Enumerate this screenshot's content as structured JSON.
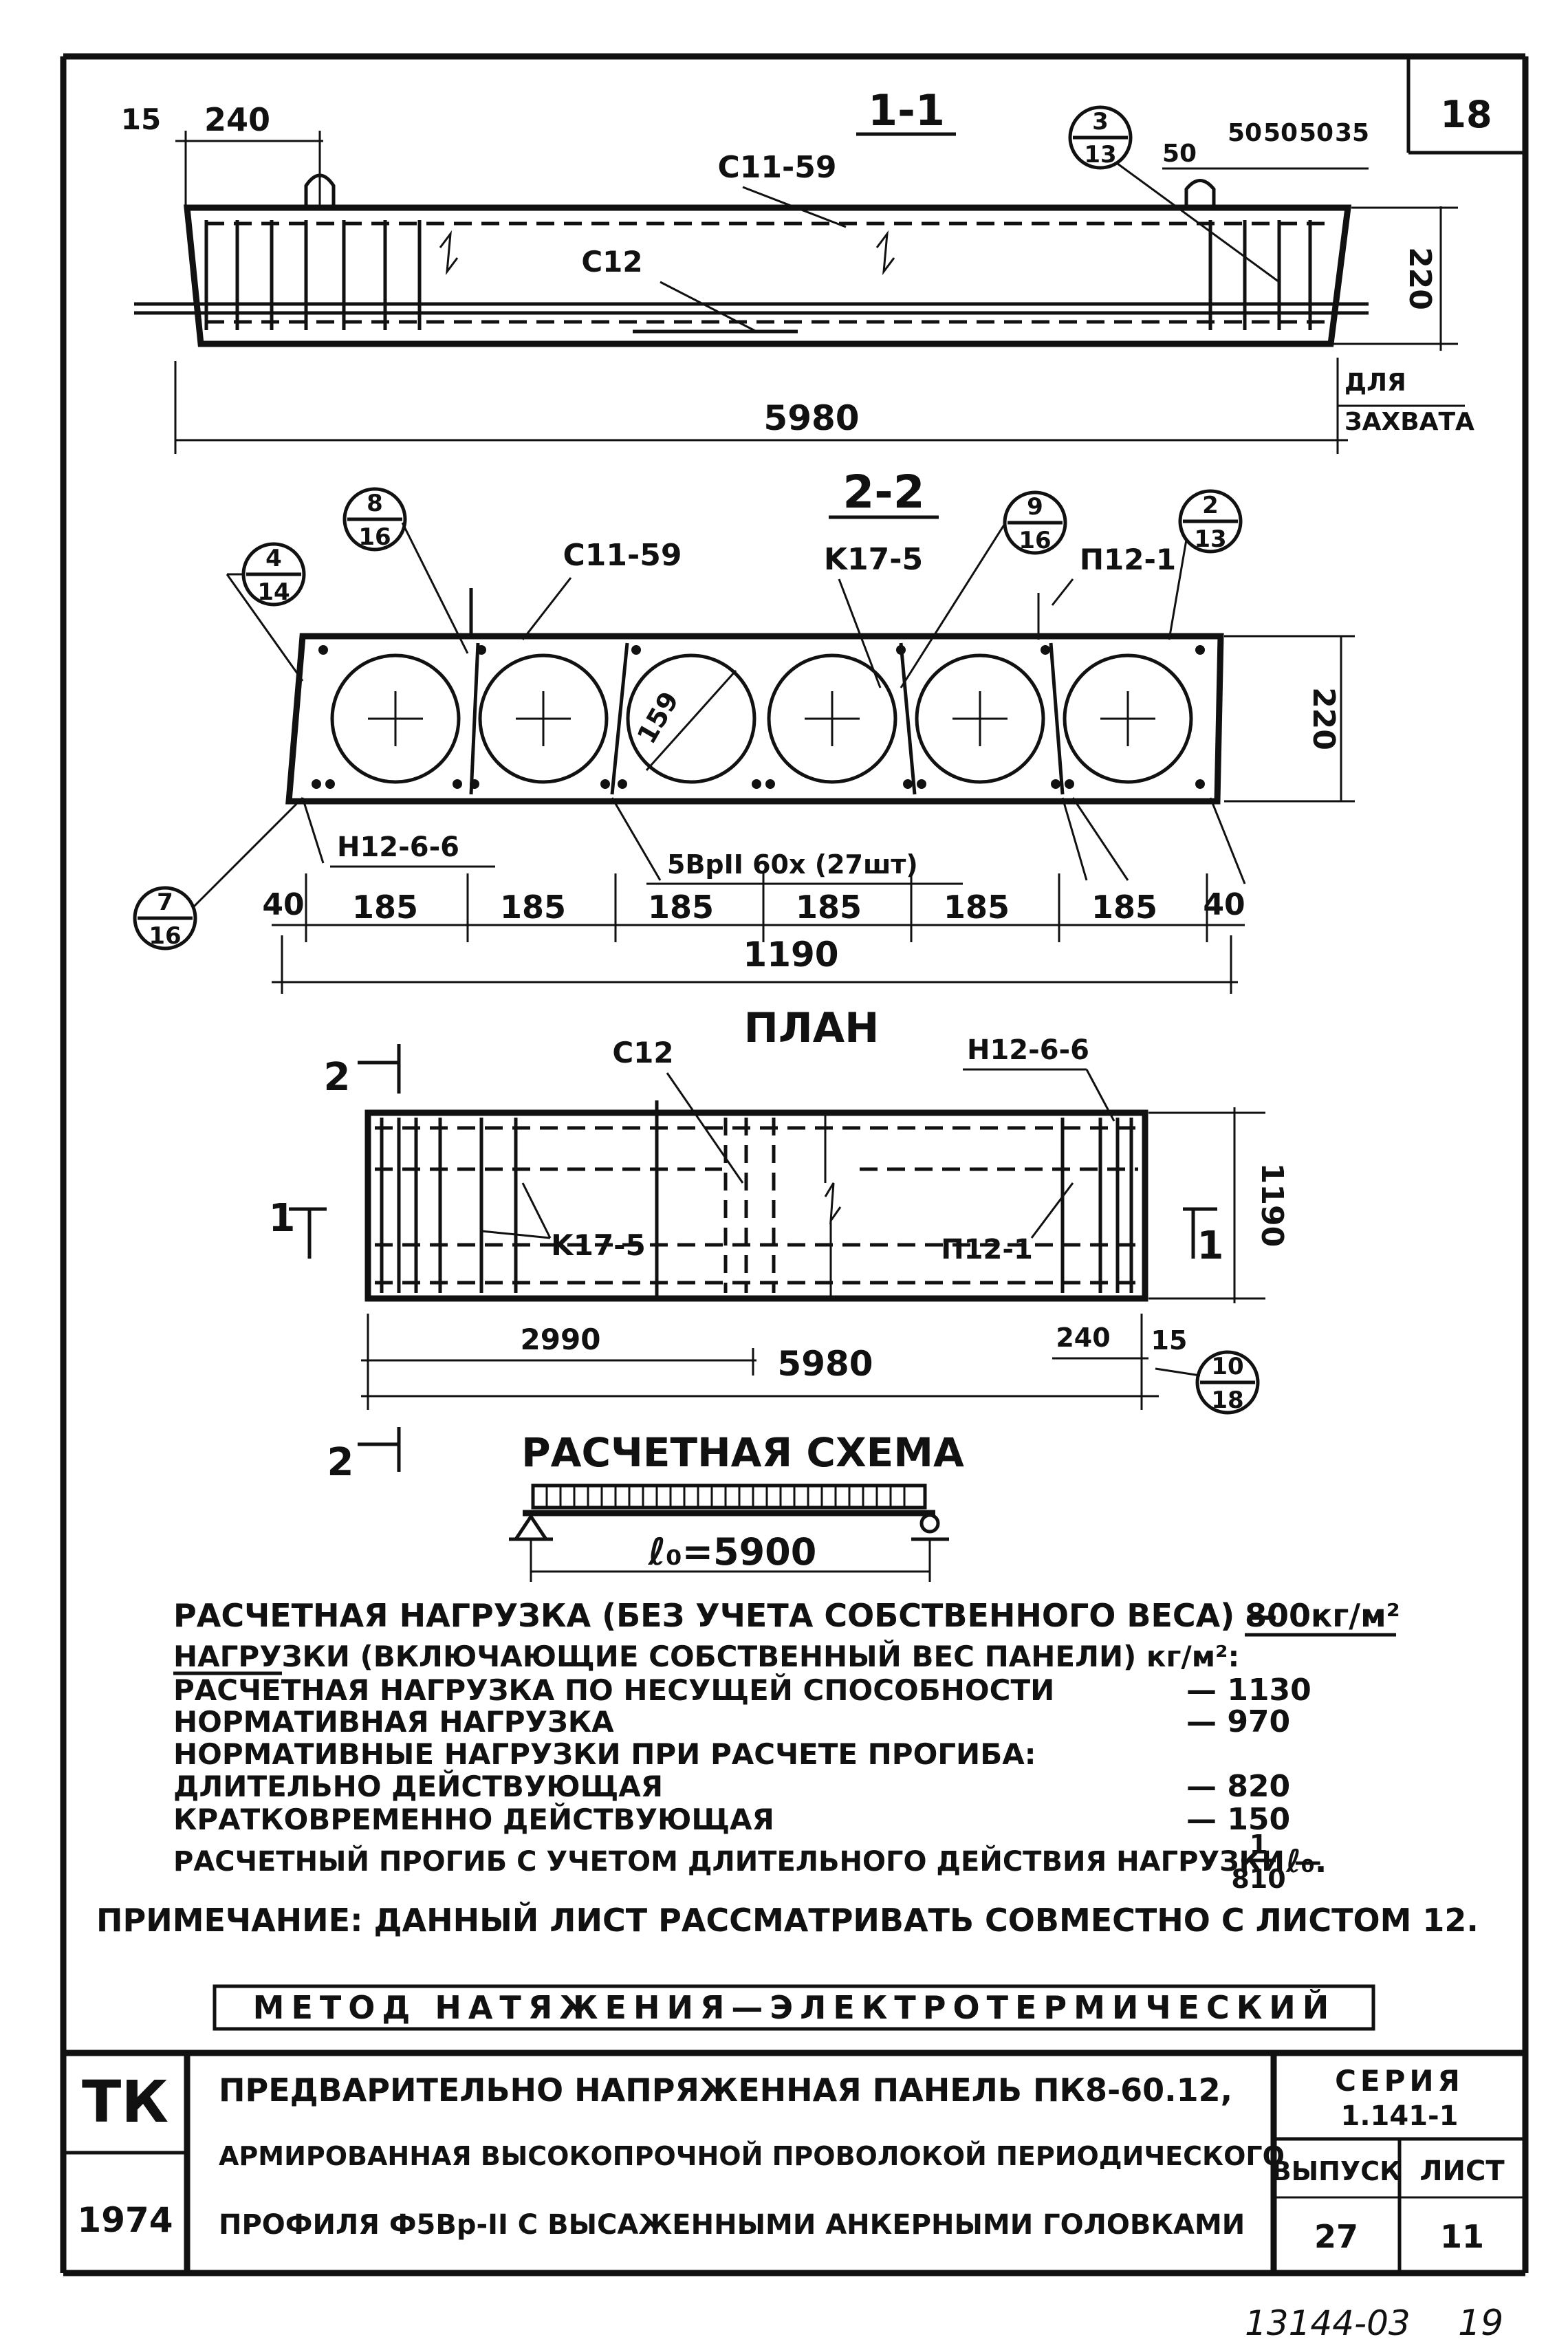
{
  "sheet_corner": "18",
  "section_1_1": {
    "title": "1-1",
    "dims_top": [
      "15",
      "240",
      "50",
      "50",
      "50",
      "50",
      "35"
    ],
    "callout": {
      "num": "3",
      "den": "13"
    },
    "labels": [
      "C11-59",
      "C12"
    ],
    "height": "220",
    "grip_note": [
      "ДЛЯ",
      "ЗАХВАТА"
    ],
    "length": "5980"
  },
  "section_2_2": {
    "title": "2-2",
    "callouts": [
      {
        "num": "4",
        "den": "14"
      },
      {
        "num": "8",
        "den": "16"
      },
      {
        "num": "9",
        "den": "16"
      },
      {
        "num": "2",
        "den": "13"
      },
      {
        "num": "7",
        "den": "16"
      }
    ],
    "labels": [
      "C11-59",
      "K17-5",
      "П12-1",
      "H12-6-6",
      "5BpII 60x (27шт)"
    ],
    "hole_diameter": "159",
    "height": "220",
    "dims": [
      "40",
      "185",
      "185",
      "185",
      "185",
      "185",
      "185",
      "40"
    ],
    "width": "1190"
  },
  "plan": {
    "title": "ПЛАН",
    "labels": [
      "C12",
      "H12-6-6",
      "K17-5",
      "П12-1"
    ],
    "cut_marks": [
      "2",
      "1",
      "1",
      "2"
    ],
    "dims": [
      "2990",
      "5980",
      "240",
      "15"
    ],
    "width": "1190",
    "callout": {
      "num": "10",
      "den": "18"
    }
  },
  "design_scheme": {
    "title": "РАСЧЕТНАЯ СХЕМА",
    "span": "ℓ₀=5900"
  },
  "loads": {
    "design_load": {
      "label": "РАСЧЕТНАЯ НАГРУЗКА (БЕЗ УЧЕТА СОБСТВЕННОГО ВЕСА) —",
      "value": "800кг/м²"
    },
    "heading": "НАГРУЗКИ (ВКЛЮЧАЮЩИЕ СОБСТВЕННЫЙ ВЕС ПАНЕЛИ) кг/м²:",
    "rows": [
      {
        "label": "РАСЧЕТНАЯ НАГРУЗКА ПО НЕСУЩЕЙ СПОСОБНОСТИ",
        "value": "— 1130"
      },
      {
        "label": "НОРМАТИВНАЯ НАГРУЗКА",
        "value": "— 970"
      },
      {
        "label": "НОРМАТИВНЫЕ НАГРУЗКИ ПРИ РАСЧЕТЕ ПРОГИБА:",
        "value": ""
      },
      {
        "label": "ДЛИТЕЛЬНО ДЕЙСТВУЮЩАЯ",
        "value": "— 820"
      },
      {
        "label": "КРАТКОВРЕМЕННО ДЕЙСТВУЮЩАЯ",
        "value": "— 150"
      }
    ],
    "deflection": {
      "label": "РАСЧЕТНЫЙ ПРОГИБ С УЧЕТОМ ДЛИТЕЛЬНОГО ДЕЙСТВИЯ НАГРУЗКИ —",
      "num": "1",
      "den": "810",
      "suffix": "ℓ₀."
    }
  },
  "note": "ПРИМЕЧАНИЕ: ДАННЫЙ ЛИСТ РАССМАТРИВАТЬ СОВМЕСТНО С ЛИСТОМ 12.",
  "method": "МЕТОД НАТЯЖЕНИЯ—ЭЛЕКТРОТЕРМИЧЕСКИЙ",
  "title_block": {
    "org": "ТК",
    "year": "1974",
    "title_lines": [
      "ПРЕДВАРИТЕЛЬНО НАПРЯЖЕННАЯ ПАНЕЛЬ ПК8-60.12,",
      "АРМИРОВАННАЯ ВЫСОКОПРОЧНОЙ ПРОВОЛОКОЙ ПЕРИОДИЧЕСКОГО",
      "ПРОФИЛЯ Ф5Вр-II С ВЫСАЖЕННЫМИ АНКЕРНЫМИ ГОЛОВКАМИ"
    ],
    "series_label": "СЕРИЯ",
    "series_value": "1.141-1",
    "issue_label": "ВЫПУСК",
    "issue_value": "27",
    "sheet_label": "ЛИСТ",
    "sheet_value": "11"
  },
  "archive_number": "13144-03",
  "page_number": "19"
}
